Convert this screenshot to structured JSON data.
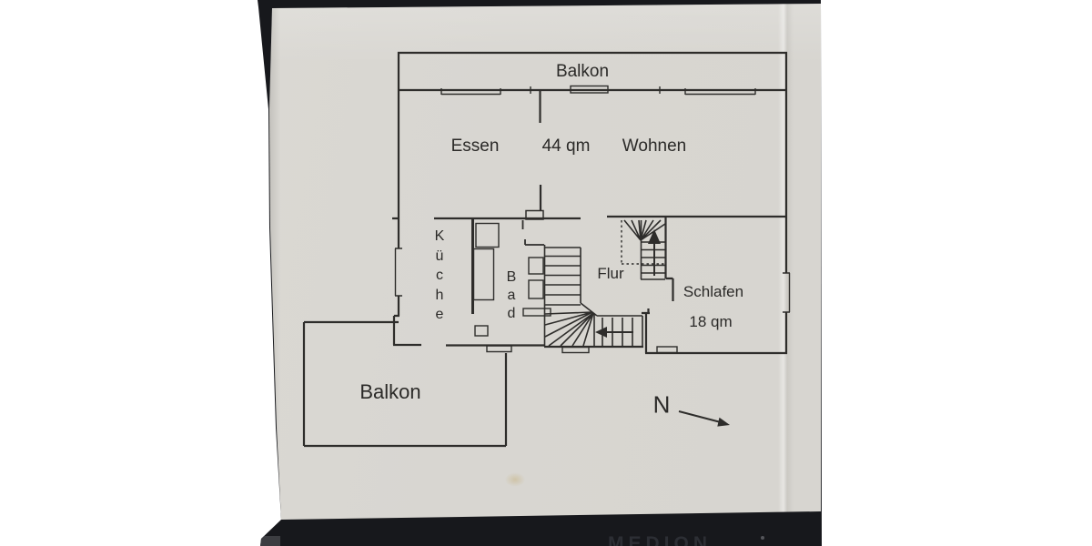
{
  "photo": {
    "watermark": "MEDION"
  },
  "plan": {
    "balcony_top": {
      "label": "Balkon"
    },
    "dining": {
      "label": "Essen"
    },
    "living_dining_area": {
      "label": "44 qm"
    },
    "living": {
      "label": "Wohnen"
    },
    "kitchen": {
      "label": "Küche",
      "letters": [
        "K",
        "ü",
        "c",
        "h",
        "e"
      ]
    },
    "bathroom": {
      "label": "Bad",
      "letters": [
        "B",
        "a",
        "d"
      ]
    },
    "hallway": {
      "label": "Flur"
    },
    "bedroom": {
      "label": "Schlafen",
      "area": "18 qm"
    },
    "balcony_bottom": {
      "label": "Balkon"
    },
    "compass": {
      "label": "N"
    }
  },
  "colors": {
    "canvas": "#ffffff",
    "photo_background": "#17181c",
    "paper": "#d8d6d1",
    "ink": "#2e2d2b"
  }
}
